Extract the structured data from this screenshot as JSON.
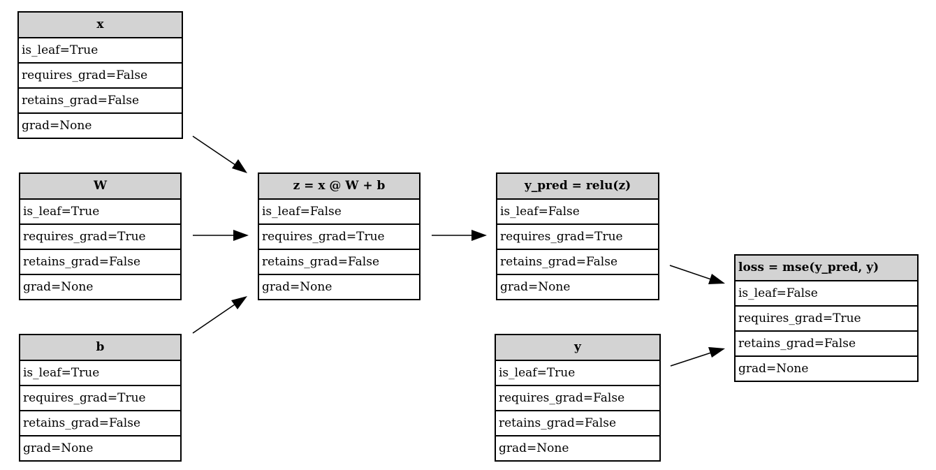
{
  "nodes": {
    "x": {
      "title": "x",
      "rows": [
        "is_leaf=True",
        "requires_grad=False",
        "retains_grad=False",
        "grad=None"
      ]
    },
    "W": {
      "title": "W",
      "rows": [
        "is_leaf=True",
        "requires_grad=True",
        "retains_grad=False",
        "grad=None"
      ]
    },
    "b": {
      "title": "b",
      "rows": [
        "is_leaf=True",
        "requires_grad=True",
        "retains_grad=False",
        "grad=None"
      ]
    },
    "z": {
      "title": "z = x @ W + b",
      "rows": [
        "is_leaf=False",
        "requires_grad=True",
        "retains_grad=False",
        "grad=None"
      ]
    },
    "y_pred": {
      "title": "y_pred = relu(z)",
      "rows": [
        "is_leaf=False",
        "requires_grad=True",
        "retains_grad=False",
        "grad=None"
      ]
    },
    "y": {
      "title": "y",
      "rows": [
        "is_leaf=True",
        "requires_grad=False",
        "retains_grad=False",
        "grad=None"
      ]
    },
    "loss": {
      "title": "loss = mse(y_pred, y)",
      "rows": [
        "is_leaf=False",
        "requires_grad=True",
        "retains_grad=False",
        "grad=None"
      ]
    }
  },
  "edges": [
    {
      "from": "x",
      "to": "z"
    },
    {
      "from": "W",
      "to": "z"
    },
    {
      "from": "b",
      "to": "z"
    },
    {
      "from": "z",
      "to": "y_pred"
    },
    {
      "from": "y_pred",
      "to": "loss"
    },
    {
      "from": "y",
      "to": "loss"
    }
  ]
}
